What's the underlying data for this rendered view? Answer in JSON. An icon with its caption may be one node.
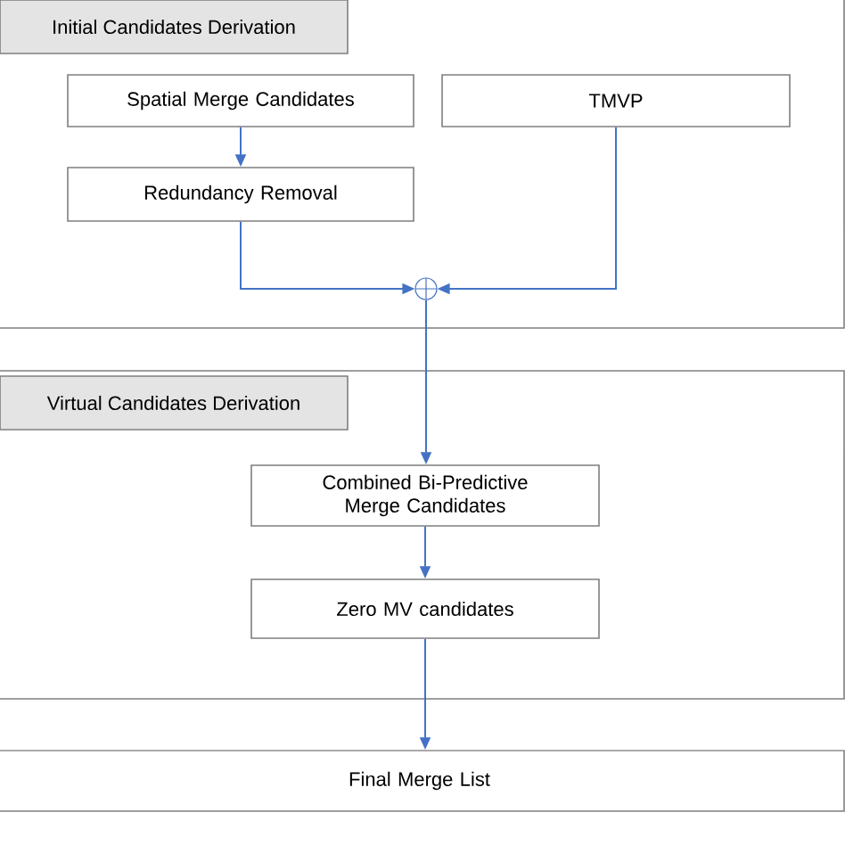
{
  "diagram": {
    "nodes": [
      {
        "text": [
          "Initial Candidates Derivation"
        ]
      },
      {
        "text": [
          "Spatial Merge Candidates"
        ],
        "in": 0
      },
      {
        "text": [
          "TMVP"
        ],
        "in": 0
      },
      {
        "text": [
          "Redundancy Removal"
        ],
        "in": 0
      },
      {
        "text": [],
        "shape": "circle",
        "in": 0
      },
      {
        "text": [
          "Virtual Candidates Derivation"
        ]
      },
      {
        "text": [
          "Combined Bi-Predictive Merge Candidates"
        ],
        "in": 5
      },
      {
        "text": [
          "Zero MV candidates"
        ],
        "in": 5
      },
      {
        "text": [
          "Final Merge List"
        ]
      }
    ],
    "edges": [
      {
        "from": 1,
        "to": 3,
        "arrow": "to"
      },
      {
        "from": 3,
        "to": 4,
        "arrow": "to"
      },
      {
        "from": 2,
        "to": 4,
        "arrow": "to"
      },
      {
        "from": 4,
        "to": 6,
        "arrow": "to"
      },
      {
        "from": 6,
        "to": 7,
        "arrow": "to"
      },
      {
        "from": 7,
        "to": 8,
        "arrow": "to"
      }
    ]
  }
}
